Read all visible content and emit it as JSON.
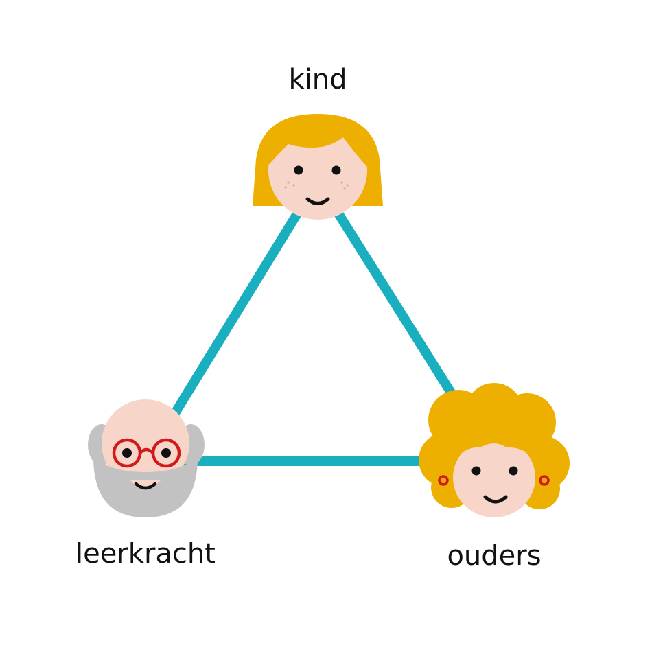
{
  "nodes": {
    "kind": {
      "label": "kind"
    },
    "leerkracht": {
      "label": "leerkracht"
    },
    "ouders": {
      "label": "ouders"
    }
  },
  "colors": {
    "background": "#ffffff",
    "connector": "#1aafbf",
    "hair_yellow": "#eeb000",
    "skin": "#f7d5c9",
    "beard_gray": "#c2c2c2",
    "glasses_red": "#d11a1a",
    "ink": "#111111"
  },
  "icons": {
    "kind": "child-face-icon",
    "leerkracht": "teacher-face-icon",
    "ouders": "parent-face-icon"
  }
}
